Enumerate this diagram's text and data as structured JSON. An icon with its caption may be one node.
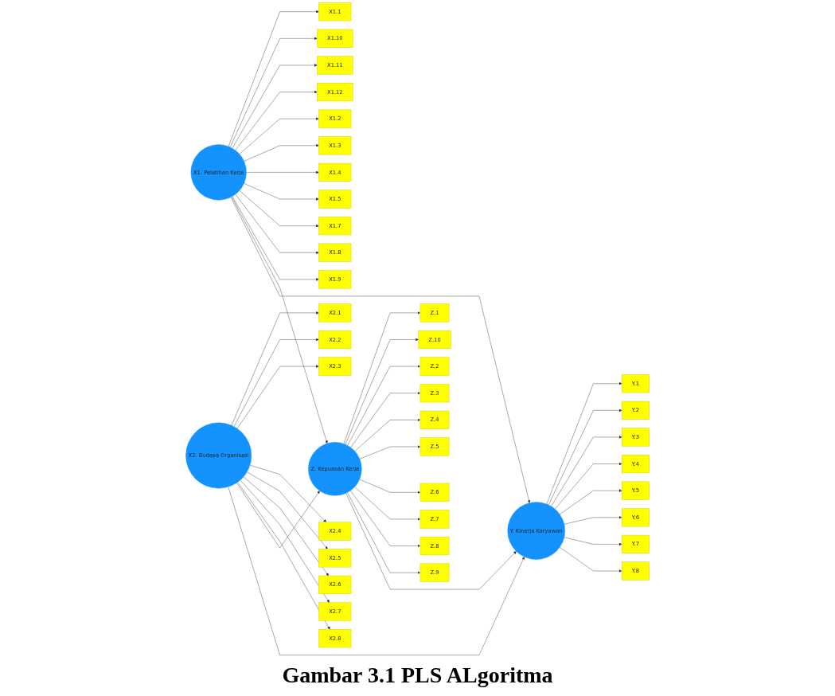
{
  "diagram": {
    "caption": "Gambar 3.1 PLS ALgoritma",
    "nodes": [
      {
        "text": [
          "X1. Pelatihan Kerja"
        ]
      },
      {
        "text": [
          "X1.1"
        ]
      },
      {
        "text": [
          "X1.10"
        ]
      },
      {
        "text": [
          "X1.11"
        ]
      },
      {
        "text": [
          "X1.12"
        ]
      },
      {
        "text": [
          "X1.2"
        ]
      },
      {
        "text": [
          "X1.3"
        ]
      },
      {
        "text": [
          "X1.4"
        ]
      },
      {
        "text": [
          "X1.5"
        ]
      },
      {
        "text": [
          "X1.7"
        ]
      },
      {
        "text": [
          "X1.8"
        ]
      },
      {
        "text": [
          "X1.9"
        ]
      },
      {
        "text": [
          "Z. Kepuasan Kerja"
        ]
      },
      {
        "text": [
          "Z.1"
        ]
      },
      {
        "text": [
          "Z.10"
        ]
      },
      {
        "text": [
          "Z.2"
        ]
      },
      {
        "text": [
          "Z.3"
        ]
      },
      {
        "text": [
          "Z.4"
        ]
      },
      {
        "text": [
          "Z.5"
        ]
      },
      {
        "text": [
          "Z.6"
        ]
      },
      {
        "text": [
          "Z.7"
        ]
      },
      {
        "text": [
          "Z.8"
        ]
      },
      {
        "text": [
          "Z.9"
        ]
      },
      {
        "text": [
          "X2. Budaya Organisasi"
        ]
      },
      {
        "text": [
          "X2.1"
        ]
      },
      {
        "text": [
          "X2.2"
        ]
      },
      {
        "text": [
          "X2.3"
        ]
      },
      {
        "text": [
          "X2.4"
        ]
      },
      {
        "text": [
          "X2.5"
        ]
      },
      {
        "text": [
          "X2.6"
        ]
      },
      {
        "text": [
          "X2.7"
        ]
      },
      {
        "text": [
          "X2.8"
        ]
      },
      {
        "text": [
          "Y. Kinerja Karyawan"
        ]
      },
      {
        "text": [
          "Y.1"
        ]
      },
      {
        "text": [
          "Y.2"
        ]
      },
      {
        "text": [
          "Y.3"
        ]
      },
      {
        "text": [
          "Y.4"
        ]
      },
      {
        "text": [
          "Y.5"
        ]
      },
      {
        "text": [
          "Y.6"
        ]
      },
      {
        "text": [
          "Y.7"
        ]
      },
      {
        "text": [
          "Y.8"
        ]
      }
    ],
    "edges": [
      {
        "from": 0,
        "to": 1,
        "arrow": "to"
      },
      {
        "from": 0,
        "to": 2,
        "arrow": "to"
      },
      {
        "from": 0,
        "to": 3,
        "arrow": "to"
      },
      {
        "from": 0,
        "to": 4,
        "arrow": "to"
      },
      {
        "from": 0,
        "to": 5,
        "arrow": "to"
      },
      {
        "from": 0,
        "to": 6,
        "arrow": "to"
      },
      {
        "from": 0,
        "to": 7,
        "arrow": "to"
      },
      {
        "from": 0,
        "to": 8,
        "arrow": "to"
      },
      {
        "from": 0,
        "to": 9,
        "arrow": "to"
      },
      {
        "from": 0,
        "to": 10,
        "arrow": "to"
      },
      {
        "from": 0,
        "to": 11,
        "arrow": "to"
      },
      {
        "from": 12,
        "to": 13,
        "arrow": "to"
      },
      {
        "from": 12,
        "to": 14,
        "arrow": "to"
      },
      {
        "from": 12,
        "to": 15,
        "arrow": "to"
      },
      {
        "from": 12,
        "to": 16,
        "arrow": "to"
      },
      {
        "from": 12,
        "to": 17,
        "arrow": "to"
      },
      {
        "from": 12,
        "to": 18,
        "arrow": "to"
      },
      {
        "from": 12,
        "to": 19,
        "arrow": "to"
      },
      {
        "from": 12,
        "to": 20,
        "arrow": "to"
      },
      {
        "from": 12,
        "to": 21,
        "arrow": "to"
      },
      {
        "from": 12,
        "to": 22,
        "arrow": "to"
      },
      {
        "from": 23,
        "to": 24,
        "arrow": "to"
      },
      {
        "from": 23,
        "to": 25,
        "arrow": "to"
      },
      {
        "from": 23,
        "to": 26,
        "arrow": "to"
      },
      {
        "from": 23,
        "to": 27,
        "arrow": "to"
      },
      {
        "from": 23,
        "to": 28,
        "arrow": "to"
      },
      {
        "from": 23,
        "to": 29,
        "arrow": "to"
      },
      {
        "from": 23,
        "to": 30,
        "arrow": "to"
      },
      {
        "from": 23,
        "to": 31,
        "arrow": "to"
      },
      {
        "from": 32,
        "to": 33,
        "arrow": "to"
      },
      {
        "from": 32,
        "to": 34,
        "arrow": "to"
      },
      {
        "from": 32,
        "to": 35,
        "arrow": "to"
      },
      {
        "from": 32,
        "to": 36,
        "arrow": "to"
      },
      {
        "from": 32,
        "to": 37,
        "arrow": "to"
      },
      {
        "from": 32,
        "to": 38,
        "arrow": "to"
      },
      {
        "from": 32,
        "to": 39,
        "arrow": "to"
      },
      {
        "from": 32,
        "to": 40,
        "arrow": "to"
      },
      {
        "from": 0,
        "to": 12,
        "arrow": "to"
      },
      {
        "from": 0,
        "to": 32,
        "arrow": "to"
      },
      {
        "from": 23,
        "to": 12,
        "arrow": "to"
      },
      {
        "from": 23,
        "to": 32,
        "arrow": "to"
      },
      {
        "from": 12,
        "to": 32,
        "arrow": "to"
      }
    ]
  }
}
